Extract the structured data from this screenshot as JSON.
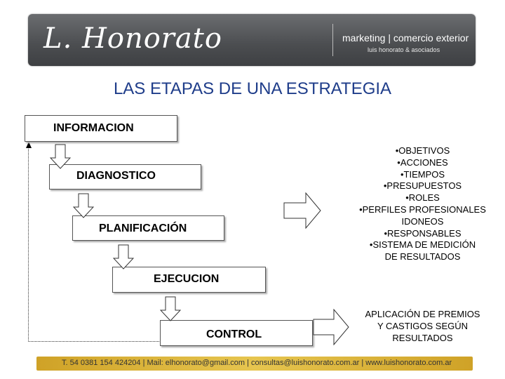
{
  "header": {
    "logo_text": "L. Honorato",
    "tagline": "marketing | comercio exterior",
    "subtagline": "luis honorato & asociados"
  },
  "title": "LAS ETAPAS DE UNA ESTRATEGIA",
  "stages": {
    "informacion": "INFORMACION",
    "diagnostico": "DIAGNOSTICO",
    "planificacion": "PLANIFICACIÓN",
    "ejecucion": "EJECUCION",
    "control": "CONTROL"
  },
  "objectives_list": [
    "•OBJETIVOS",
    "•ACCIONES",
    "•TIEMPOS",
    "•PRESUPUESTOS",
    "•ROLES",
    "•PERFILES PROFESIONALES",
    "IDONEOS",
    "•RESPONSABLES",
    "•SISTEMA DE MEDICIÓN",
    "DE RESULTADOS"
  ],
  "control_result": [
    "APLICACIÓN DE PREMIOS",
    "Y CASTIGOS SEGÚN",
    "RESULTADOS"
  ],
  "footer": "T. 54 0381 154 424204 | Mail: elhonorato@gmail.com | consultas@luishonorato.com.ar | www.luishonorato.com.ar"
}
